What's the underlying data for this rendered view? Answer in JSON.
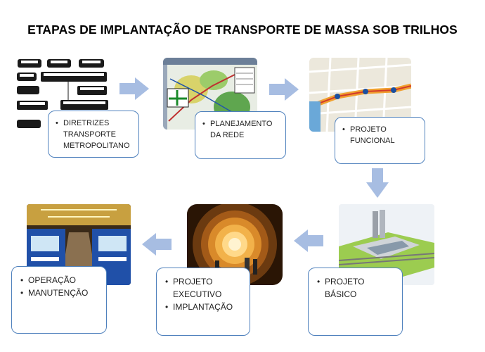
{
  "title": "ETAPAS DE IMPLANTAÇÃO DE TRANSPORTE DE MASSA SOB TRILHOS",
  "colors": {
    "box_border": "#4f81bd",
    "arrow": "#a7bde2"
  },
  "steps": [
    {
      "items": [
        [
          "DIRETRIZES",
          "TRANSPORTE",
          "METROPOLITANO"
        ]
      ],
      "image": "bus-fleet-icons"
    },
    {
      "items": [
        [
          "PLANEJAMENTO",
          "DA REDE"
        ]
      ],
      "image": "network-planning-map"
    },
    {
      "items": [
        [
          "PROJETO",
          "FUNCIONAL"
        ]
      ],
      "image": "street-map-with-route"
    },
    {
      "items": [
        [
          "PROJETO",
          "BÁSICO"
        ]
      ],
      "image": "station-3d-model"
    },
    {
      "items": [
        [
          "PROJETO",
          "EXECUTIVO"
        ],
        [
          "IMPLANTAÇÃO"
        ]
      ],
      "image": "tunnel-construction"
    },
    {
      "items": [
        [
          "OPERAÇÃO"
        ],
        [
          "MANUTENÇÃO"
        ]
      ],
      "image": "metro-trains-depot"
    }
  ]
}
